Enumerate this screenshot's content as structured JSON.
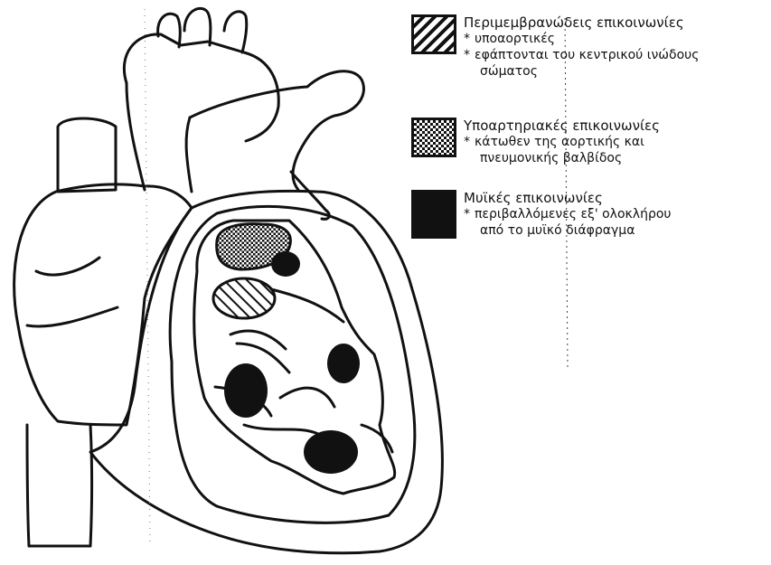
{
  "legend": {
    "items": [
      {
        "title": "Περιμεμβρανώδεις επικοινωνίες",
        "pattern": "diagonal-hatch",
        "points": [
          {
            "bullet": "*",
            "text": "υποαορτικές"
          },
          {
            "bullet": "*",
            "text": "εφάπτονται του κεντρικού ινώδους"
          },
          {
            "bullet": "",
            "text": "σώματος"
          }
        ]
      },
      {
        "title": "Υποαρτηριακές επικοινωνίες",
        "pattern": "crosshatch",
        "points": [
          {
            "bullet": "*",
            "text": "κάτωθεν της αορτικής και"
          },
          {
            "bullet": "",
            "text": "πνευμονικής βαλβίδος"
          }
        ]
      },
      {
        "title": "Μυϊκές επικοινωνίες",
        "pattern": "solid-black",
        "points": [
          {
            "bullet": "*",
            "text": "περιβαλλόμενες εξ' ολοκλήρου"
          },
          {
            "bullet": "",
            "text": "από το μυϊκό διάφραγμα"
          }
        ]
      }
    ]
  },
  "colors": {
    "ink": "#111111",
    "paper": "#ffffff"
  }
}
